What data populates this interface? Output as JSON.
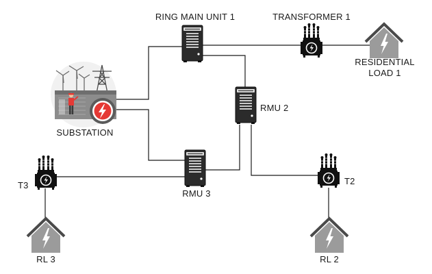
{
  "nodes": {
    "substation": {
      "label": "SUBSTATION"
    },
    "rmu1": {
      "label": "RING MAIN UNIT 1"
    },
    "rmu2": {
      "label": "RMU 2"
    },
    "rmu3": {
      "label": "RMU 3"
    },
    "transformer1": {
      "label": "TRANSFORMER 1"
    },
    "t2": {
      "label": "T2"
    },
    "t3": {
      "label": "T3"
    },
    "residential_load1": {
      "line1": "RESIDENTIAL",
      "line2": "LOAD 1"
    },
    "rl2": {
      "label": "RL 2"
    },
    "rl3": {
      "label": "RL 3"
    }
  },
  "colors": {
    "line": "#1a1a1a",
    "house": "#9b9b9b",
    "house_roof": "#4a4a4a",
    "transformer": "#111111",
    "rmu_body": "#2b2b2b",
    "accent_red": "#e53935"
  },
  "icons": {
    "substation": "substation-illustration",
    "rmu": "server-cabinet-icon",
    "transformer": "transformer-icon",
    "load": "house-bolt-icon"
  }
}
